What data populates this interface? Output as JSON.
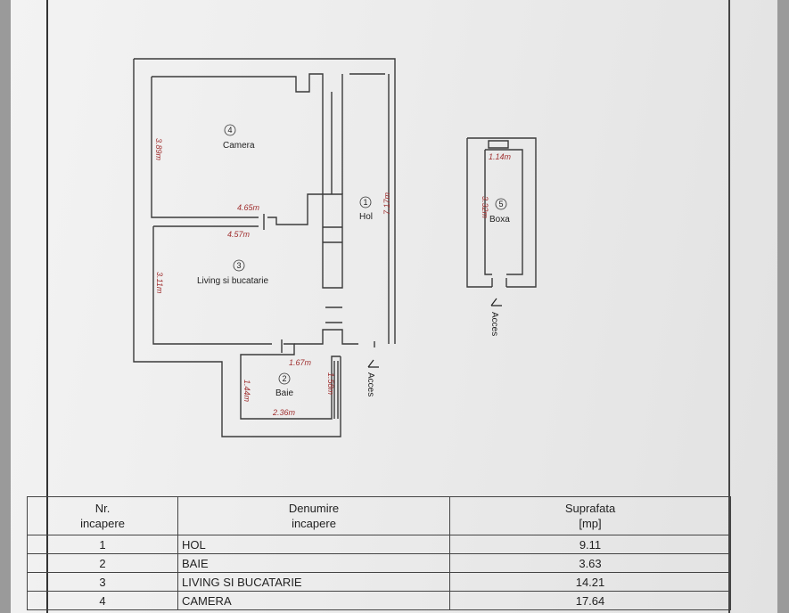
{
  "plan": {
    "rooms": [
      {
        "nr": "1",
        "name": "Hol"
      },
      {
        "nr": "2",
        "name": "Baie"
      },
      {
        "nr": "3",
        "name": "Living si bucatarie"
      },
      {
        "nr": "4",
        "name": "Camera"
      },
      {
        "nr": "5",
        "name": "Boxa"
      }
    ],
    "dimensions": {
      "camera_height": "3.89m",
      "camera_width": "4.65m",
      "living_width": "4.57m",
      "living_height": "3.11m",
      "hol_length": "7.17m",
      "baie_top": "1.67m",
      "baie_height": "1.44m",
      "baie_right": "1.58m",
      "baie_bottom": "2.36m",
      "boxa_width": "1.14m",
      "boxa_length": "3.32m"
    },
    "access_label": "Acces",
    "dimension_color": "#a03030"
  },
  "table": {
    "headers": {
      "nr": [
        "Nr.",
        "incapere"
      ],
      "name": [
        "Denumire",
        "incapere"
      ],
      "area": [
        "Suprafata",
        "[mp]"
      ]
    },
    "rows": [
      {
        "nr": "1",
        "name": "HOL",
        "area": "9.11"
      },
      {
        "nr": "2",
        "name": "BAIE",
        "area": "3.63"
      },
      {
        "nr": "3",
        "name": "LIVING SI BUCATARIE",
        "area": "14.21"
      },
      {
        "nr": "4",
        "name": "CAMERA",
        "area": "17.64"
      }
    ]
  }
}
